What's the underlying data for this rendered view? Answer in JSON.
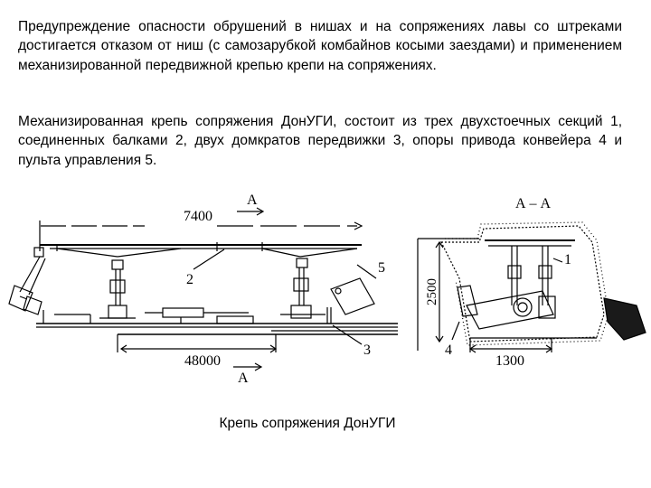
{
  "paragraph1": "Предупреждение опасности обрушений в нишах и на сопряжениях лавы со штреками достигается отказом от ниш (с самозарубкой комбайнов косыми заездами) и применением механизированной передвижной крепью крепи на сопряжениях.",
  "paragraph2": "Механизированная крепь сопряжения ДонУГИ, состоит из трех двухстоечных секций 1, соединенных балками 2, двух домкратов передвижки 3, опоры привода конвейера 4 и пульта управления 5.",
  "caption": "Крепь сопряжения ДонУГИ",
  "figure": {
    "side_view": {
      "dim_top": "7400",
      "dim_bottom": "48000",
      "section_mark_top": "А",
      "section_mark_bottom": "А",
      "label_2": "2",
      "label_3": "3",
      "label_5": "5"
    },
    "section_view": {
      "title": "А – А",
      "dim_height": "2500",
      "dim_width": "1300",
      "label_1": "1",
      "label_4": "4"
    }
  }
}
